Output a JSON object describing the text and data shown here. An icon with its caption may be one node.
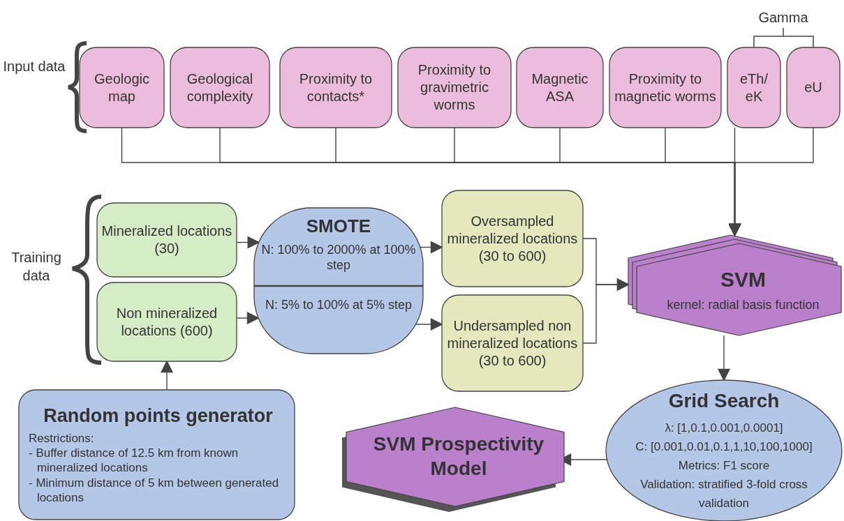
{
  "diagram": {
    "nodes": [
      {
        "text": [
          "Geologic map"
        ]
      },
      {
        "text": [
          "Geological complexity"
        ]
      },
      {
        "text": [
          "Proximity to contacts*"
        ]
      },
      {
        "text": [
          "Proximity to gravimetric worms"
        ]
      },
      {
        "text": [
          "Magnetic ASA"
        ]
      },
      {
        "text": [
          "Proximity to magnetic worms"
        ]
      },
      {
        "text": [
          "eTh/ eK"
        ]
      },
      {
        "text": [
          "eU"
        ]
      },
      {
        "text": [
          "Mineralized locations (30)"
        ]
      },
      {
        "text": [
          "Non mineralized locations (600)"
        ]
      },
      {
        "text": [
          "SMOTE",
          "N: 100% to 2000% at 100% step",
          "N: 5% to 100% at 5% step"
        ]
      },
      {
        "text": [
          "Oversampled mineralized locations (30 to 600)"
        ]
      },
      {
        "text": [
          "Undersampled non mineralized locations (30 to 600)"
        ]
      },
      {
        "text": [
          "Random points generator",
          "Restrictions:",
          "- Buffer distance of 12.5 km from known mineralized locations",
          "- Minimum distance of 5 km between generated locations"
        ]
      },
      {
        "text": [
          "SVM",
          "kernel: radial basis function"
        ]
      },
      {
        "text": [
          "Grid Search",
          "λ: [1,0.1,0.001,0.0001]",
          "C: [0.001,0.01,0.1,1,10,100,1000]",
          "Metrics: F1 score",
          "Validation: stratified 3-fold cross validation"
        ]
      },
      {
        "text": [
          "SVM Prospectivity Model"
        ]
      }
    ],
    "edges": [
      {
        "from": 0,
        "to": 14,
        "arrow": "to"
      },
      {
        "from": 1,
        "to": 14,
        "arrow": "to"
      },
      {
        "from": 2,
        "to": 14,
        "arrow": "to"
      },
      {
        "from": 3,
        "to": 14,
        "arrow": "to"
      },
      {
        "from": 4,
        "to": 14,
        "arrow": "to"
      },
      {
        "from": 5,
        "to": 14,
        "arrow": "to"
      },
      {
        "from": 6,
        "to": 14,
        "arrow": "to"
      },
      {
        "from": 7,
        "to": 14,
        "arrow": "to"
      },
      {
        "from": 8,
        "to": 10,
        "arrow": "to"
      },
      {
        "from": 9,
        "to": 10,
        "arrow": "to"
      },
      {
        "from": 10,
        "to": 11,
        "arrow": "to"
      },
      {
        "from": 10,
        "to": 12,
        "arrow": "to"
      },
      {
        "from": 11,
        "to": 14,
        "arrow": "to"
      },
      {
        "from": 12,
        "to": 14,
        "arrow": "to"
      },
      {
        "from": 13,
        "to": 9,
        "arrow": "to"
      },
      {
        "from": 14,
        "to": 15,
        "arrow": "to"
      },
      {
        "from": 15,
        "to": 16,
        "arrow": "to"
      }
    ],
    "labels": [
      "Gamma",
      "Input data",
      "Training data"
    ]
  }
}
